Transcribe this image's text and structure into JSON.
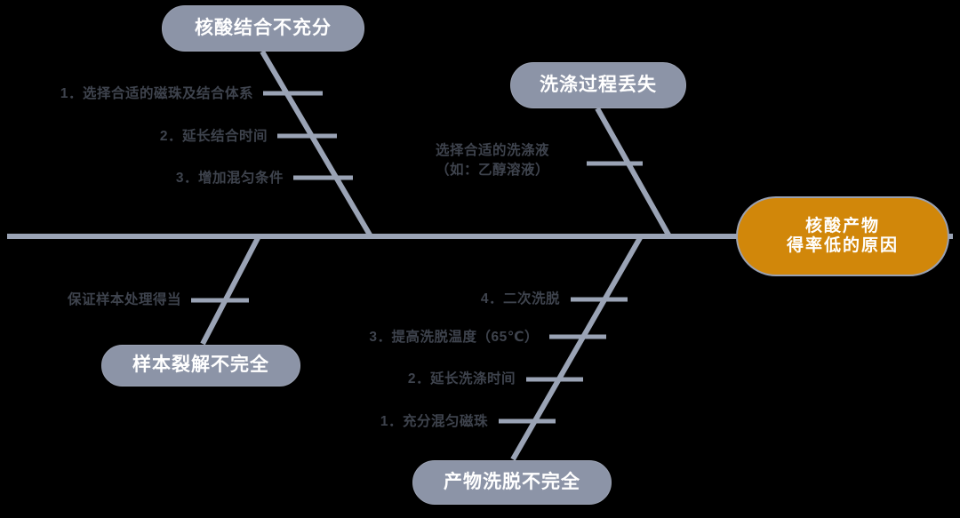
{
  "diagram": {
    "type": "fishbone-ishikawa",
    "background_color": "#000000",
    "spine_color": "#9aa3b5",
    "cause_box_color": "#8c94a7",
    "effect_box_color": "#d1870a",
    "label_text_color": "#3e434d"
  },
  "effect": {
    "label": "核酸产物\n得率低的原因"
  },
  "categories": [
    {
      "id": "binding",
      "label": "核酸结合不充分",
      "position": "upper-left",
      "items": [
        {
          "text": "1．选择合适的磁珠及结合体系"
        },
        {
          "text": "2．延长结合时间"
        },
        {
          "text": "3．增加混匀条件"
        }
      ]
    },
    {
      "id": "wash-loss",
      "label": "洗涤过程丢失",
      "position": "upper-right",
      "items": [
        {
          "text": "选择合适的洗涤液\n（如：乙醇溶液）"
        }
      ]
    },
    {
      "id": "lysis",
      "label": "样本裂解不完全",
      "position": "lower-left",
      "items": [
        {
          "text": "保证样本处理得当"
        }
      ]
    },
    {
      "id": "elution",
      "label": "产物洗脱不完全",
      "position": "lower-right",
      "items": [
        {
          "text": "4．二次洗脱"
        },
        {
          "text": "3．提高洗脱温度（65℃）"
        },
        {
          "text": "2．延长洗涤时间"
        },
        {
          "text": "1．充分混匀磁珠"
        }
      ]
    }
  ]
}
